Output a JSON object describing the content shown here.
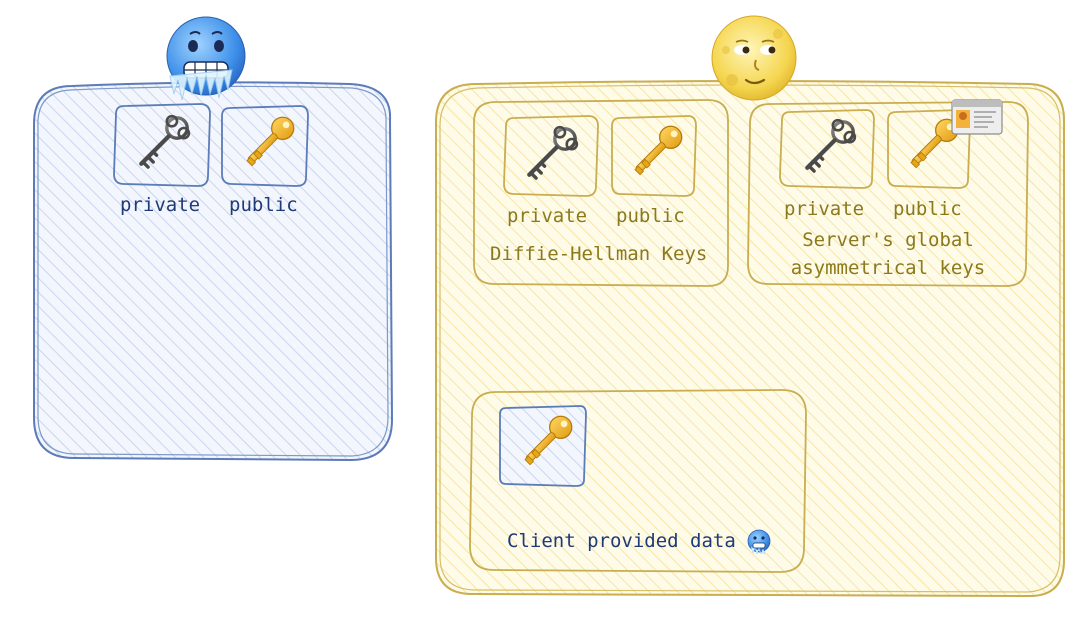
{
  "client": {
    "keys": {
      "private_label": "private",
      "public_label": "public"
    }
  },
  "server": {
    "dh": {
      "private_label": "private",
      "public_label": "public",
      "caption": "Diffie-Hellman Keys"
    },
    "global": {
      "private_label": "private",
      "public_label": "public",
      "caption_line1": "Server's global",
      "caption_line2": "asymmetrical keys"
    },
    "client_data": {
      "caption": "Client provided data"
    }
  },
  "icons": {
    "client_avatar": "cold-face-icon",
    "server_avatar": "full-moon-face-icon",
    "private_key": "old-key-icon",
    "public_key": "golden-key-icon",
    "certificate": "id-card-icon",
    "inline_emoji": "cold-face-icon"
  },
  "colors": {
    "client_stroke": "#5b7cb8",
    "client_fill": "#dfe7f6",
    "server_stroke": "#c9ad4f",
    "server_fill": "#faf0c8",
    "blue_text": "#1f3a78",
    "olive_text": "#8a7a1c"
  }
}
